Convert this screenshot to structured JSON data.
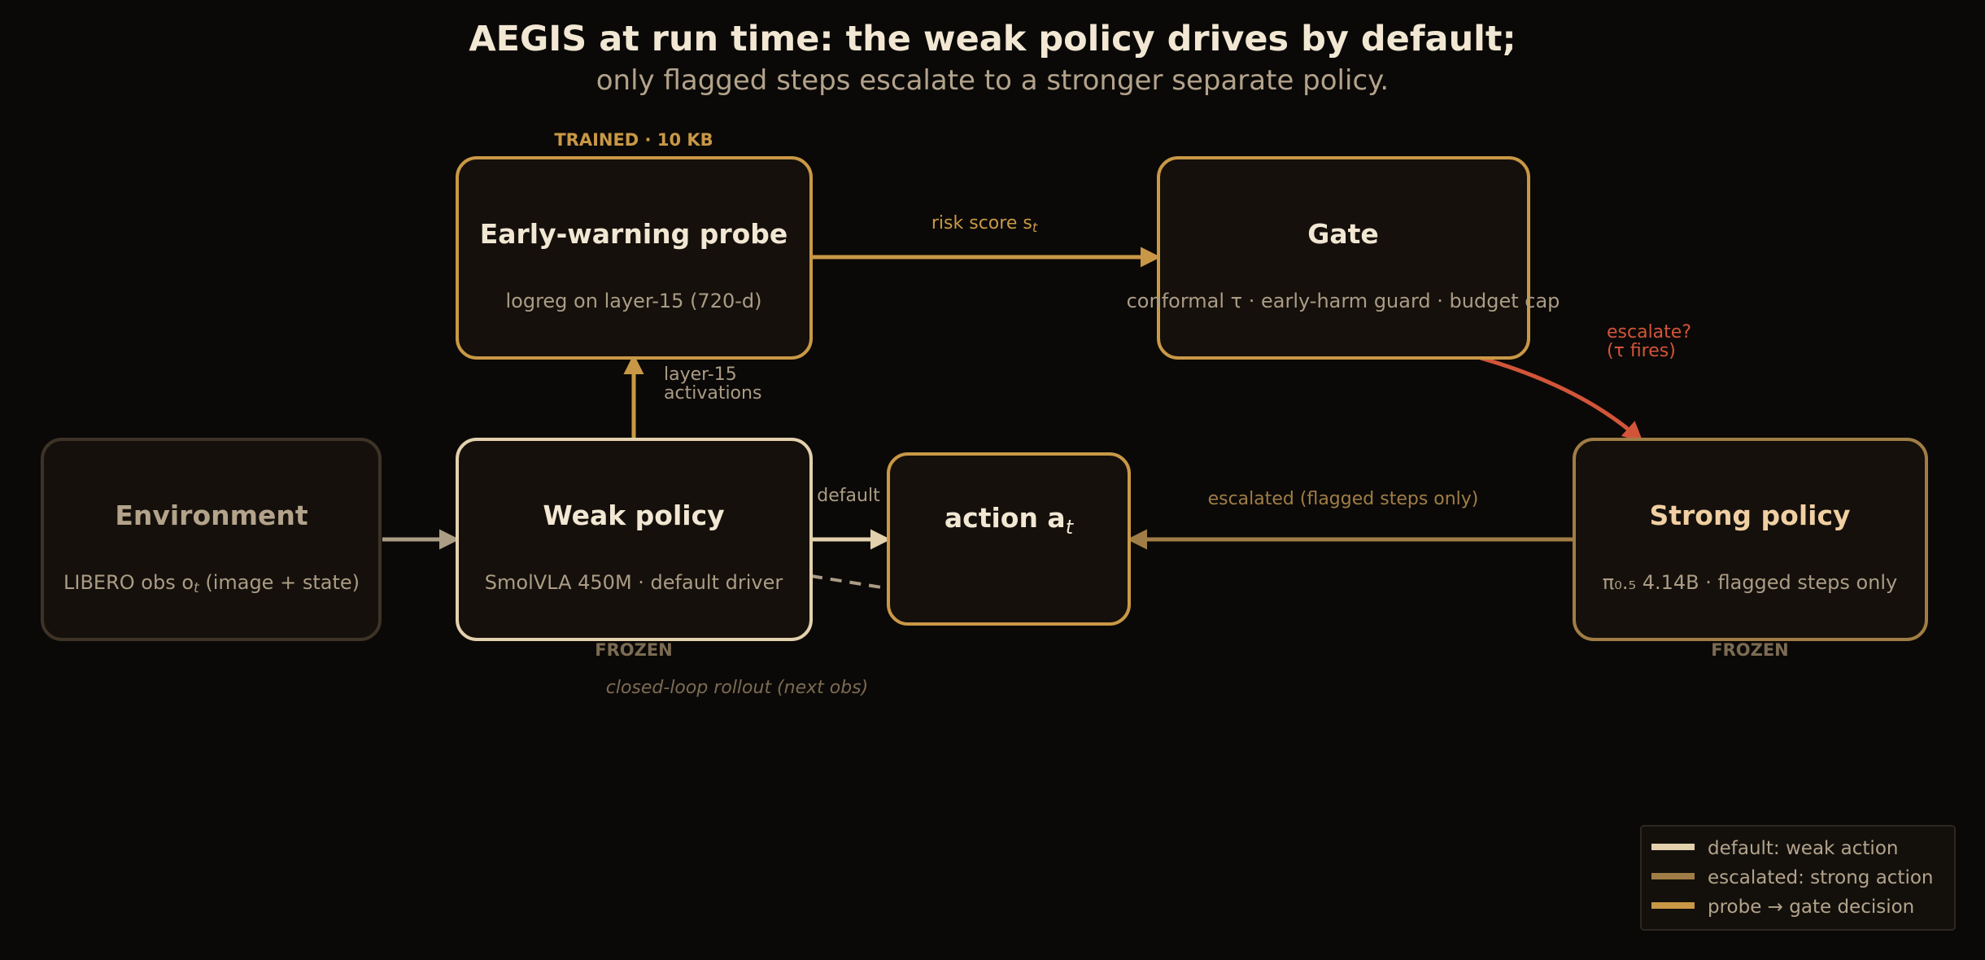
{
  "title": "AEGIS at run time: the weak policy drives by default;",
  "subtitle": "only flagged steps escalate to a stronger separate policy.",
  "nodes": {
    "probe": {
      "title": "Early-warning probe",
      "sub": "logreg on layer-15 (720-d)",
      "tag": "TRAINED · 10 KB"
    },
    "gate": {
      "title": "Gate",
      "sub": "conformal τ · early-harm guard · budget cap"
    },
    "environment": {
      "title": "Environment",
      "sub_prefix": "LIBERO obs o",
      "sub_subscript": "t",
      "sub_suffix": " (image + state)"
    },
    "weak": {
      "title": "Weak policy",
      "sub": "SmolVLA 450M  ·  default driver",
      "tag": "FROZEN"
    },
    "action": {
      "title_prefix": "action a",
      "title_subscript": "t"
    },
    "strong": {
      "title": "Strong policy",
      "sub": "π₀.₅  4.14B  ·  flagged steps only",
      "tag": "FROZEN"
    }
  },
  "edges": {
    "risk_score_prefix": "risk score s",
    "risk_score_subscript": "t",
    "layer15_line1": "layer-15",
    "layer15_line2": "activations",
    "default": "default",
    "escalated": "escalated  (flagged steps only)",
    "escalate_line1": "escalate?",
    "escalate_line2": "(τ fires)",
    "rollout": "closed-loop rollout (next obs)"
  },
  "legend": [
    {
      "label": "default: weak action",
      "color": "#e3d0ad"
    },
    {
      "label": "escalated: strong action",
      "color": "#a07d46"
    },
    {
      "label": "probe → gate decision",
      "color": "#c99846"
    }
  ],
  "colors": {
    "background": "#0b0907",
    "box_fill": "#15100b",
    "gold": "#c99846",
    "cream": "#e3d0ad",
    "bronze": "#a07d46",
    "env_border": "#3d3326",
    "escalate_red": "#d2553a",
    "frozen_text": "#7c6b53"
  }
}
